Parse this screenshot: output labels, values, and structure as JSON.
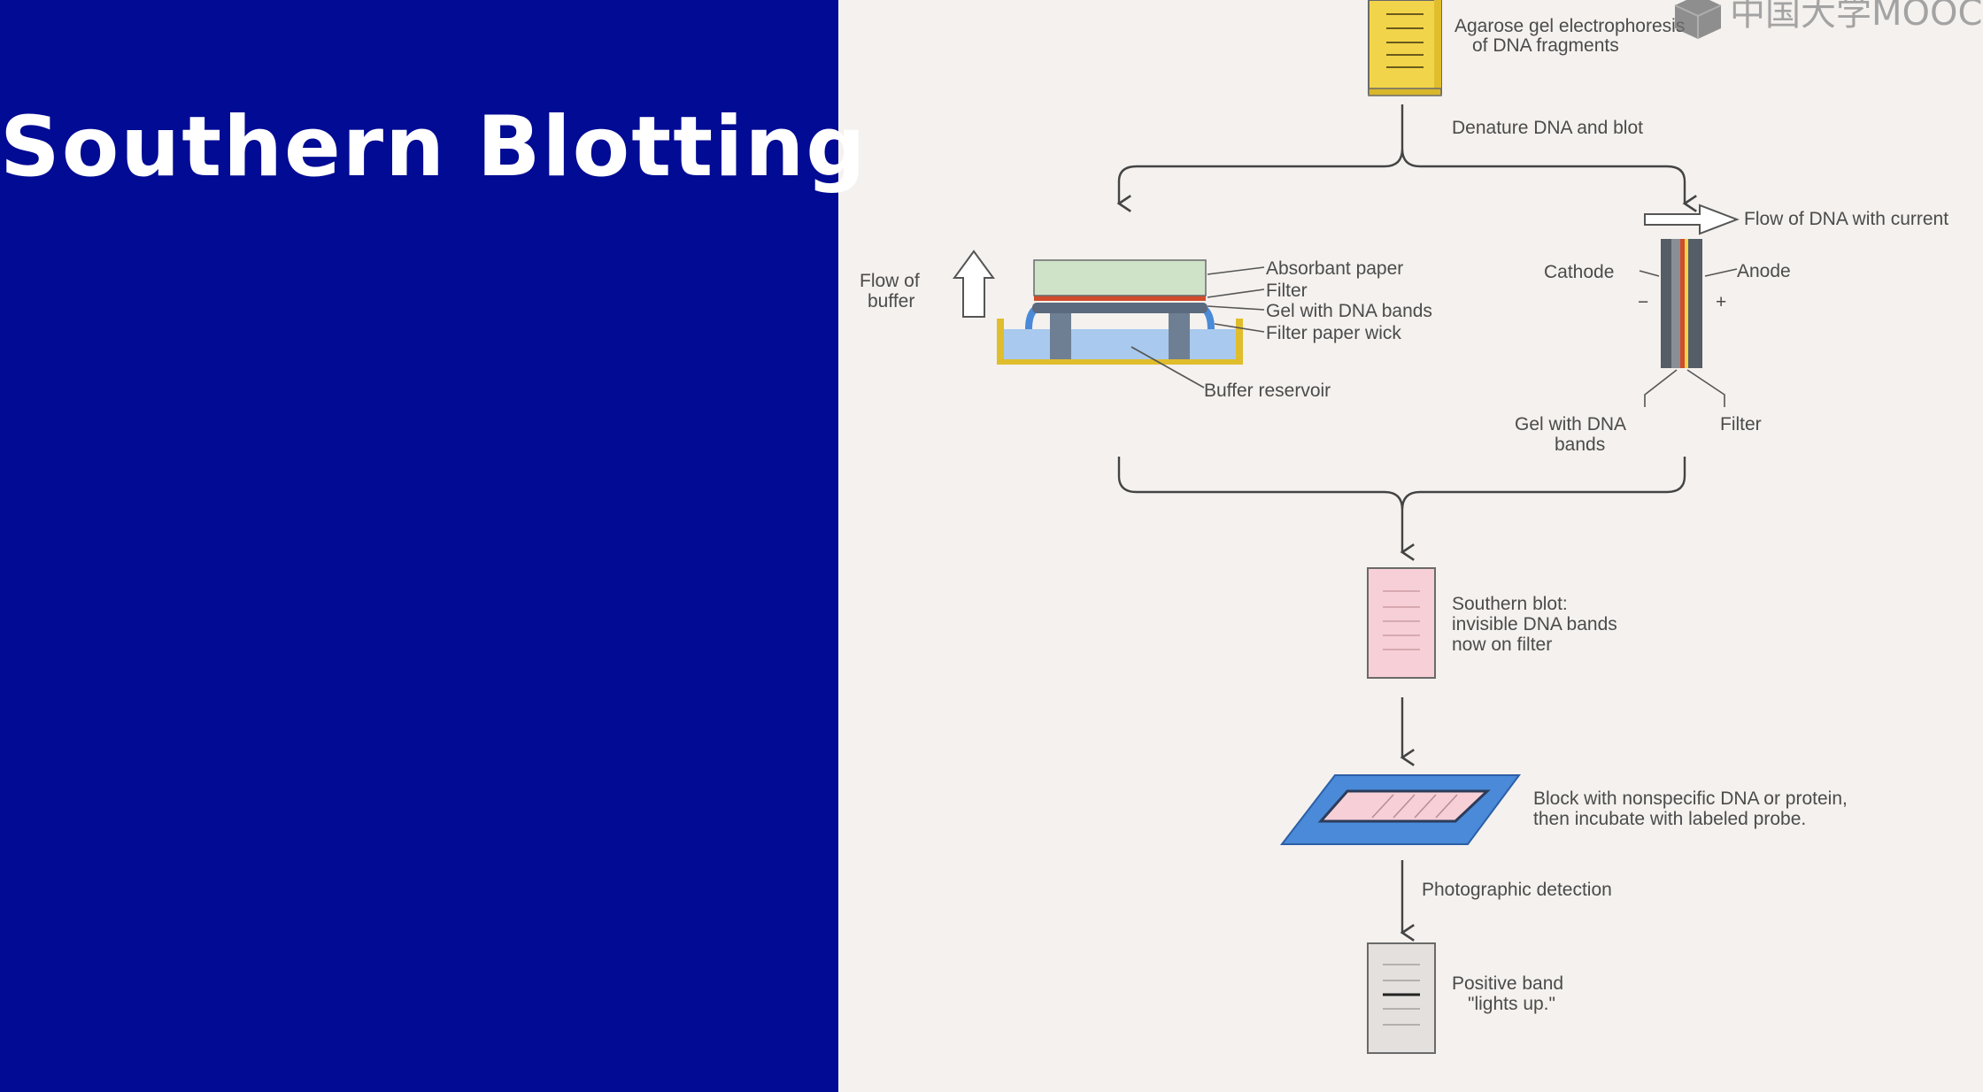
{
  "slide": {
    "title": "Southern Blotting"
  },
  "watermark": {
    "text": "中国大学MOOC"
  },
  "diagram": {
    "step1": {
      "label_line1": "Agarose gel electrophoresis",
      "label_line2": "of DNA fragments"
    },
    "step2": {
      "label": "Denature DNA and blot"
    },
    "capillary": {
      "flow_line1": "Flow of",
      "flow_line2": "buffer",
      "absorbant": "Absorbant paper",
      "filter": "Filter",
      "gel": "Gel with DNA bands",
      "wick": "Filter paper wick",
      "reservoir": "Buffer reservoir"
    },
    "electro": {
      "flow": "Flow of DNA with current",
      "cathode": "Cathode",
      "anode": "Anode",
      "minus": "−",
      "plus": "+",
      "gel_line1": "Gel with DNA",
      "gel_line2": "bands",
      "filter": "Filter"
    },
    "step3": {
      "line1": "Southern blot:",
      "line2": "invisible DNA bands",
      "line3": "now on filter"
    },
    "step4": {
      "line1": "Block with nonspecific DNA or protein,",
      "line2": "then incubate with labeled probe."
    },
    "step5": {
      "label": "Photographic detection"
    },
    "step6": {
      "line1": "Positive band",
      "line2": "\"lights up.\""
    }
  },
  "colors": {
    "left_panel": "#020b94",
    "gel_yellow": "#f2d44a",
    "blot_pink": "#f7cfd6",
    "tray_blue": "#4a8ad8",
    "absorbant_green": "#cfe3c9",
    "buffer_blue": "#a9c9ee"
  }
}
